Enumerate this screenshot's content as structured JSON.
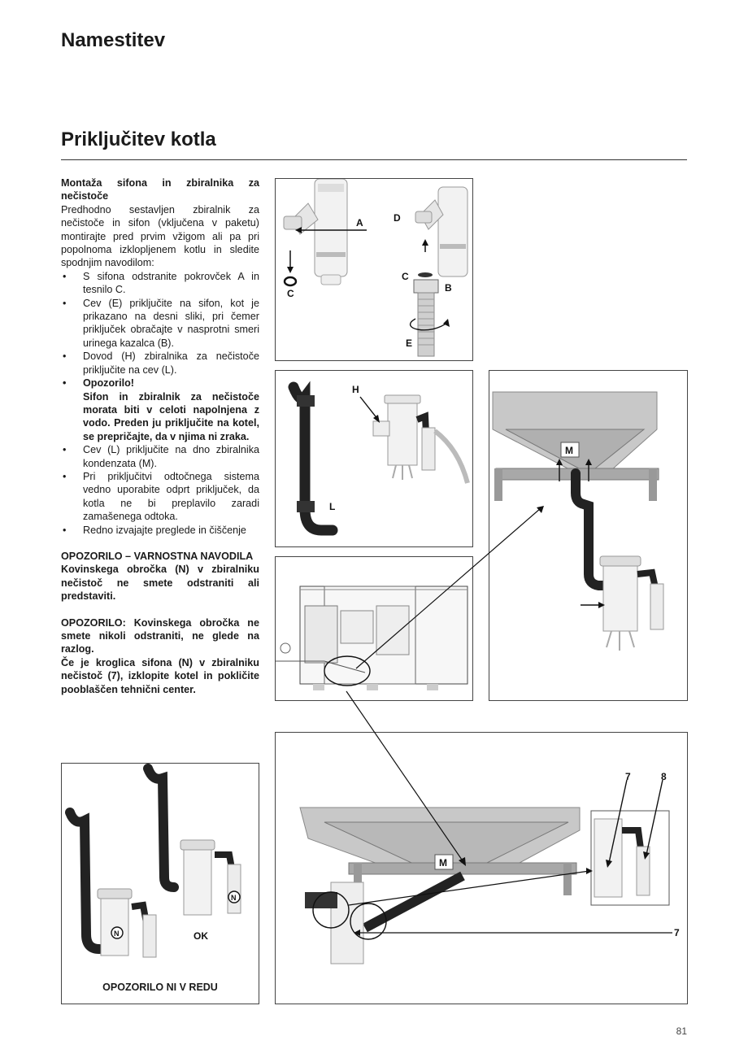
{
  "header": {
    "title": "Namestitev"
  },
  "section": {
    "title": "Priključitev kotla"
  },
  "body": {
    "heading": "Montaža sifona in zbiralnika za nečistoče",
    "intro": "Predhodno sestavljen zbiralnik za nečistoče in sifon (vključena v paketu) montirajte pred prvim vžigom ali pa pri popolnoma izklopljenem kotlu in sledite spodnjim navodilom:",
    "bullets": [
      "S sifona odstranite pokrovček A in tesnilo C.",
      "Cev (E) priključite na sifon, kot je prikazano na desni sliki, pri čemer priključek obračajte v nasprotni smeri urinega kazalca (B).",
      "Dovod (H) zbiralnika za nečistoče priključite na cev (L)."
    ],
    "warning_title": "Opozorilo!",
    "warning_text": "Sifon in zbiralnik za nečistoče morata biti v celoti napolnjena z vodo. Preden ju priključite na kotel, se prepričajte, da v njima ni zraka.",
    "bullets2": [
      "Cev (L) priključite na dno zbiralnika kondenzata (M).",
      "Pri priključitvi odtočnega sistema vedno uporabite odprt priključek, da kotla ne bi preplavilo zaradi zamašenega odtoka.",
      "Redno izvajajte preglede in čiščenje"
    ],
    "safety_title": "OPOZORILO – VARNOSTNA NAVODILA",
    "safety_text": "Kovinskega obročka (N) v zbiralniku nečistoč ne smete odstraniti ali predstaviti.",
    "note1": "OPOZORILO: Kovinskega obročka ne smete nikoli odstraniti, ne glede na razlog.",
    "note2": "Če je kroglica sifona (N) v zbiralniku nečistoč (7), izklopite kotel in pokličite pooblaščen tehnični center."
  },
  "figures": {
    "fig1": {
      "labels": [
        "A",
        "D",
        "C",
        "C",
        "B",
        "E"
      ]
    },
    "fig2": {
      "labels": [
        "H",
        "L"
      ]
    },
    "fig4": {
      "labels": [
        "M"
      ]
    },
    "fig5": {
      "labels": [
        "N",
        "N",
        "OK"
      ],
      "caption": "OPOZORILO NI V REDU"
    },
    "fig6": {
      "labels": [
        "7",
        "8",
        "M",
        "7"
      ]
    }
  },
  "page_number": "81"
}
